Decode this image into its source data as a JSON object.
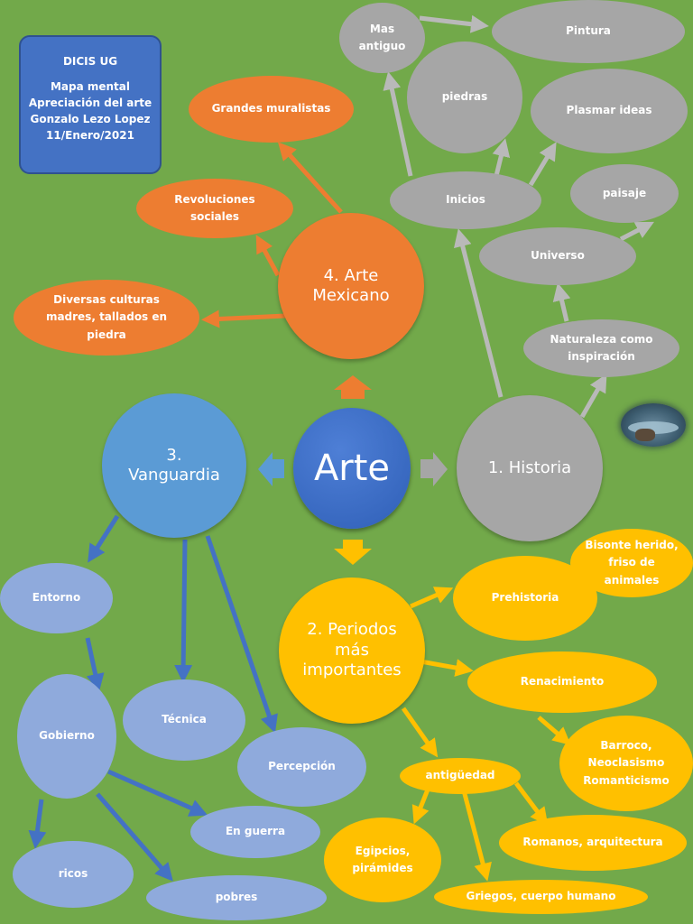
{
  "title_box": {
    "line1": "DICIS UG",
    "line2": "Mapa mental",
    "line3": "Apreciación del arte",
    "line4": "Gonzalo Lezo Lopez",
    "line5": "11/Enero/2021"
  },
  "center": "Arte",
  "hubs": {
    "historia": "1. Historia",
    "periodos": "2. Periodos\nmás\nimportantes",
    "vanguardia": "3.\nVanguardia",
    "mexicano": "4. Arte\nMexicano"
  },
  "historia_nodes": {
    "mas_antiguo": "Mas\nantiguo",
    "pintura": "Pintura",
    "piedras": "piedras",
    "plasmar_ideas": "Plasmar ideas",
    "inicios": "Inicios",
    "paisaje": "paisaje",
    "universo": "Universo",
    "naturaleza": "Naturaleza como\ninspiración"
  },
  "mexicano_nodes": {
    "grandes_muralistas": "Grandes muralistas",
    "revoluciones": "Revoluciones\nsociales",
    "diversas_culturas": "Diversas culturas\nmadres, tallados en\npiedra"
  },
  "periodos_nodes": {
    "prehistoria": "Prehistoria",
    "bisonte": "Bisonte herido,\nfriso de\nanimales",
    "renacimiento": "Renacimiento",
    "barroco": "Barroco,\nNeoclasismo\nRomanticismo",
    "antiguedad": "antigüedad",
    "egipcios": "Egipcios,\npirámides",
    "romanos": "Romanos, arquitectura",
    "griegos": "Griegos, cuerpo humano"
  },
  "vanguardia_nodes": {
    "entorno": "Entorno",
    "gobierno": "Gobierno",
    "tecnica": "Técnica",
    "percepcion": "Percepción",
    "en_guerra": "En guerra",
    "ricos": "ricos",
    "pobres": "pobres"
  },
  "colors": {
    "background": "#72a94a",
    "gray": "#a6a6a6",
    "orange": "#ed7d31",
    "yellow": "#ffc000",
    "light_blue": "#8faadc",
    "blue": "#4472c4",
    "vanguardia_arrow": "#4472c4"
  }
}
